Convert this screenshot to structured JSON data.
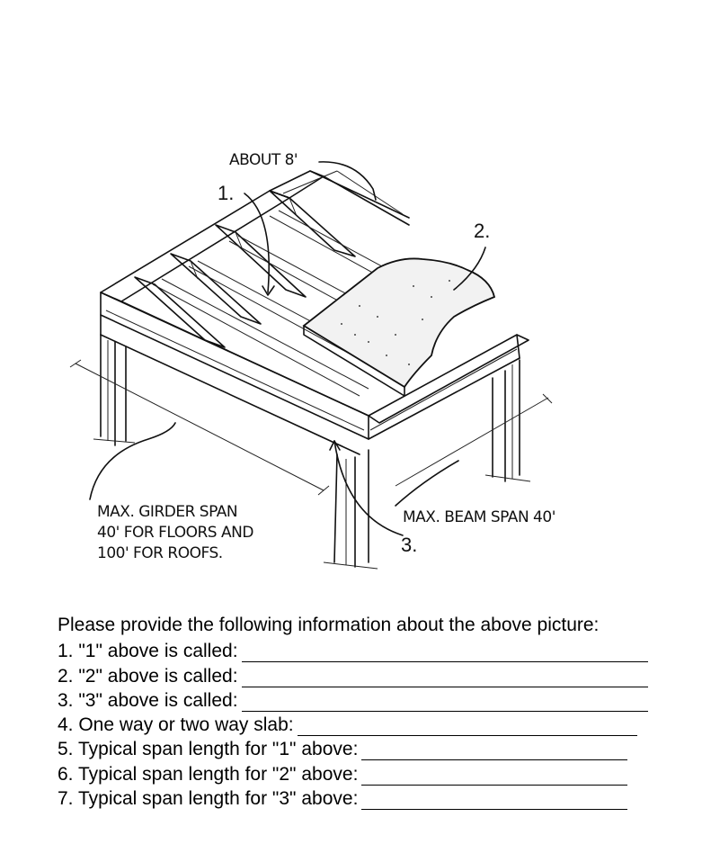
{
  "figure": {
    "labels": {
      "about_8": "ABOUT 8'",
      "girder_line1": "MAX. GIRDER SPAN",
      "girder_line2": "40' FOR FLOORS AND",
      "girder_line3": "100' FOR ROOFS.",
      "beam_span": "MAX. BEAM SPAN 40'"
    },
    "callouts": [
      "1.",
      "2.",
      "3."
    ]
  },
  "worksheet": {
    "intro": "Please provide the following information about the above picture:",
    "questions": [
      "1. \"1\" above is called:",
      "2. \"2\" above is called:",
      "3. \"3\" above is called:",
      "4. One way or two way slab:",
      "5. Typical span length for \"1\" above:",
      "6. Typical span length for \"2\" above:",
      "7. Typical span length for \"3\" above:"
    ]
  }
}
